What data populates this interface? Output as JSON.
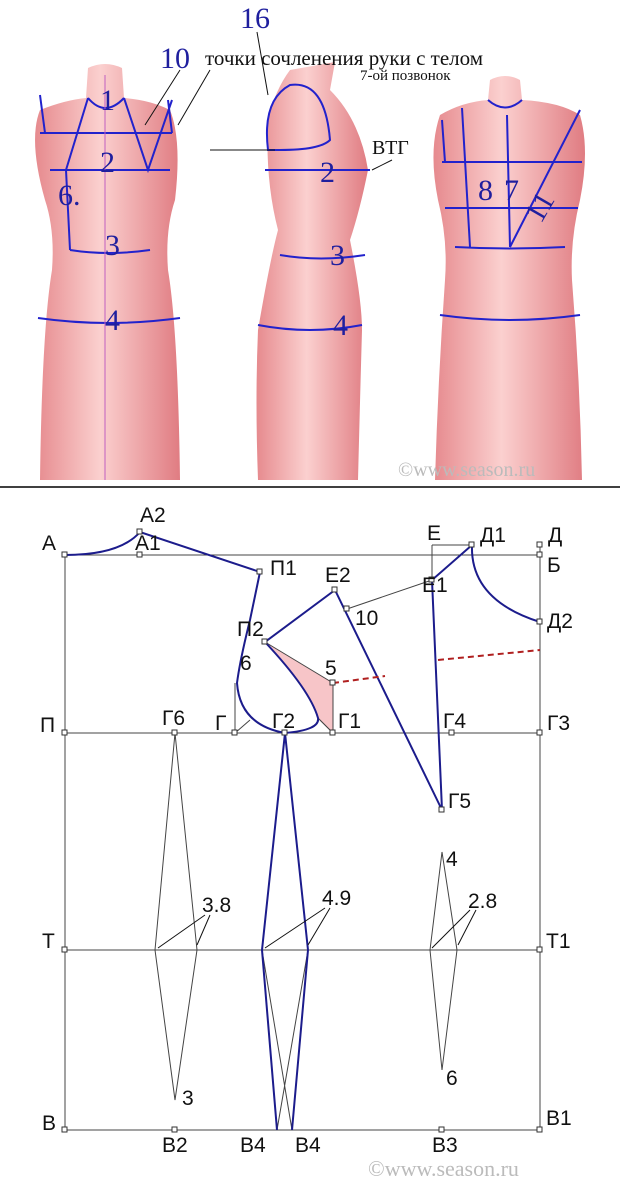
{
  "top": {
    "front_labels": [
      "1",
      "2",
      "6.",
      "3",
      "4",
      "10"
    ],
    "side_labels": [
      "16",
      "2",
      "3",
      "4",
      "ВТГ"
    ],
    "back_labels": [
      "8",
      "7",
      "11",
      "7-ой позвонок"
    ],
    "caption": "точки сочленения руки с телом",
    "watermark": "©www.season.ru"
  },
  "pattern": {
    "points": {
      "A": "А",
      "A1": "А1",
      "A2": "А2",
      "P1": "П1",
      "P2": "П2",
      "E": "Е",
      "E1": "Е1",
      "E2": "Е2",
      "D": "Д",
      "D1": "Д1",
      "D2": "Д2",
      "B": "Б",
      "P": "П",
      "G": "Г",
      "G1": "Г1",
      "G2": "Г2",
      "G3": "Г3",
      "G4": "Г4",
      "G5": "Г5",
      "G6": "Г6",
      "T": "Т",
      "T1": "Т1",
      "V": "В",
      "V1": "В1",
      "V2": "В2",
      "V3": "В3",
      "V4a": "В4",
      "V4b": "В4"
    },
    "measures": {
      "m10": "10",
      "m6": "6",
      "m5": "5",
      "m4": "4",
      "m6b": "6",
      "m3": "3",
      "d1": "3.8",
      "d2": "4.9",
      "d3": "2.8"
    },
    "watermark": "©www.season.ru"
  },
  "colors": {
    "body": "#f2a6a8",
    "line": "#1c1c8c",
    "dash": "#b02020"
  }
}
